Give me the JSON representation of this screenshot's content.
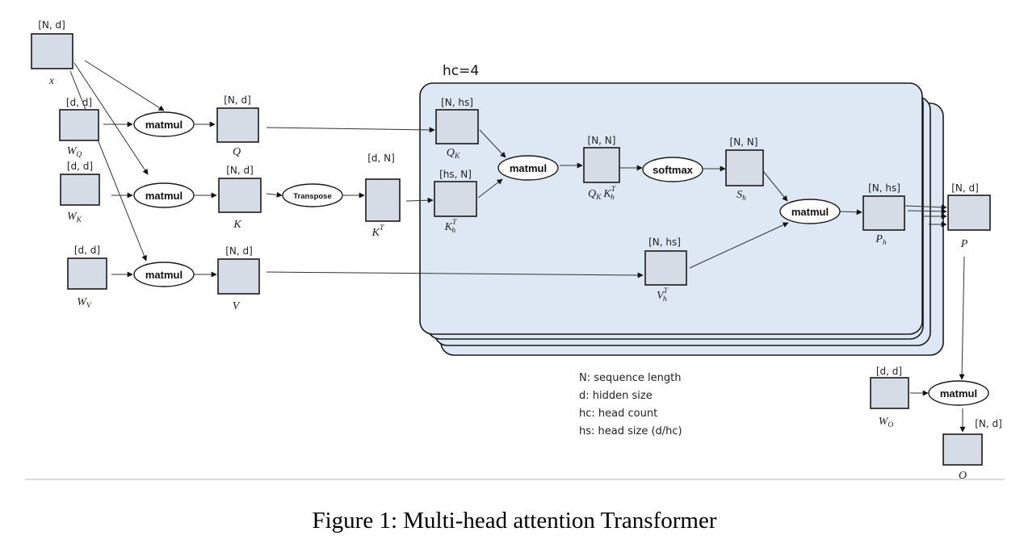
{
  "figure": {
    "caption": "Figure 1: Multi-head attention Transformer",
    "head_group_label": "hc=4",
    "head_count": 4
  },
  "nodes": {
    "x": {
      "name": "x",
      "sub": "",
      "sup": "",
      "shape": "[N, d]"
    },
    "wq": {
      "name": "W",
      "sub": "Q",
      "sup": "",
      "shape": "[d, d]"
    },
    "wk": {
      "name": "W",
      "sub": "K",
      "sup": "",
      "shape": "[d, d]"
    },
    "wv": {
      "name": "W",
      "sub": "V",
      "sup": "",
      "shape": "[d, d]"
    },
    "q": {
      "name": "Q",
      "sub": "",
      "sup": "",
      "shape": "[N, d]"
    },
    "k": {
      "name": "K",
      "sub": "",
      "sup": "",
      "shape": "[N, d]"
    },
    "v": {
      "name": "V",
      "sub": "",
      "sup": "",
      "shape": "[N, d]"
    },
    "kt": {
      "name": "K",
      "sub": "",
      "sup": "T",
      "shape": "[d, N]"
    },
    "qh": {
      "name": "Q",
      "sub": "K",
      "sup": "",
      "shape": "[N, hs]"
    },
    "kh": {
      "name": "K",
      "sub": "h",
      "sup": "T",
      "shape": "[hs, N]"
    },
    "qk": {
      "name": "Q",
      "sub": "K",
      "sup": "",
      "name2": "K",
      "sub2": "h",
      "sup2": "T",
      "shape": "[N, N]"
    },
    "sh": {
      "name": "S",
      "sub": "h",
      "sup": "",
      "shape": "[N, N]"
    },
    "vh": {
      "name": "V",
      "sub": "h",
      "sup": "T",
      "shape": "[N, hs]"
    },
    "ph": {
      "name": "P",
      "sub": "h",
      "sup": "",
      "shape": "[N, hs]"
    },
    "p": {
      "name": "P",
      "sub": "",
      "sup": "",
      "shape": "[N, d]"
    },
    "wo": {
      "name": "W",
      "sub": "O",
      "sup": "",
      "shape": "[d, d]"
    },
    "o": {
      "name": "O",
      "sub": "",
      "sup": "",
      "shape": "[N, d]"
    }
  },
  "operations": {
    "matmul_q": "matmul",
    "matmul_k": "matmul",
    "matmul_v": "matmul",
    "transpose": "Transpose",
    "matmul_qk": "matmul",
    "softmax": "softmax",
    "matmul_sv": "matmul",
    "matmul_o": "matmul"
  },
  "legend": [
    "N: sequence length",
    "d: hidden size",
    "hc: head count",
    "hs: head size (d/hc)"
  ]
}
